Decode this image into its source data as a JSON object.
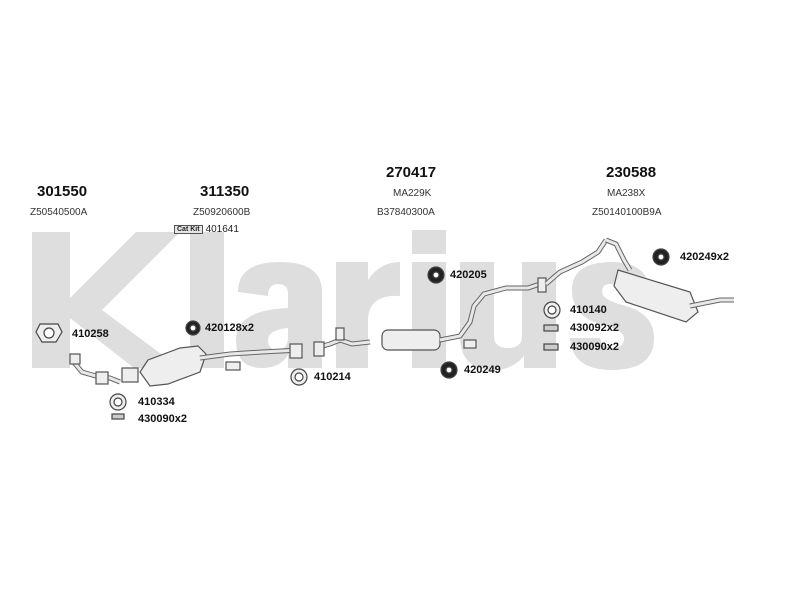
{
  "watermark": {
    "text": "Klarius",
    "color": "#dedede"
  },
  "groups": [
    {
      "number": "301550",
      "code": "Z50540500A"
    },
    {
      "number": "311350",
      "code": "Z50920600B",
      "cat_badge": "Cat Kit",
      "cat_number": "401641"
    },
    {
      "number": "270417",
      "code": "MA229K",
      "code2": "B37840300A"
    },
    {
      "number": "230588",
      "code": "MA238X",
      "code2": "Z50140100B9A"
    }
  ],
  "parts": {
    "p410258": "410258",
    "p420128": "420128x2",
    "p410334": "410334",
    "p430090a": "430090x2",
    "p410214": "410214",
    "p420205": "420205",
    "p420249": "420249",
    "p410140": "410140",
    "p430092": "430092x2",
    "p430090b": "430090x2",
    "p420249x2": "420249x2"
  },
  "colors": {
    "line": "#555555",
    "fill_light": "#eeeeee",
    "fill_dark": "#222222"
  }
}
